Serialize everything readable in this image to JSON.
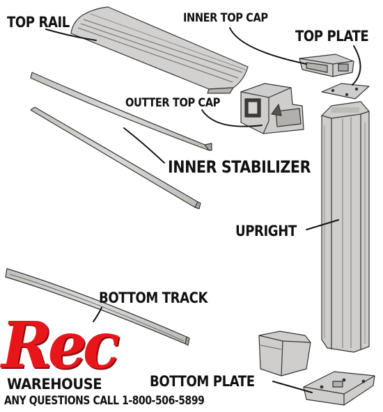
{
  "labels": {
    "top_rail": "TOP RAIL",
    "inner_top_cap": "INNER TOP CAP",
    "top_plate": "TOP PLATE",
    "outter_top_cap": "OUTTER TOP CAP",
    "inner_stabilizer": "INNER STABILIZER",
    "upright": "UPRIGHT",
    "bottom_track": "BOTTOM TRACK",
    "bottom_plate": "BOTTOM PLATE"
  },
  "brand": {
    "logo_text": "Rec",
    "name": "WAREHOUSE",
    "contact": "ANY QUESTIONS CALL 1-800-506-5899"
  },
  "colors": {
    "part_fill": "#d4d3d1",
    "part_shade": "#b9b7b4",
    "outline": "#333333",
    "brand_red": "#e8161b"
  }
}
